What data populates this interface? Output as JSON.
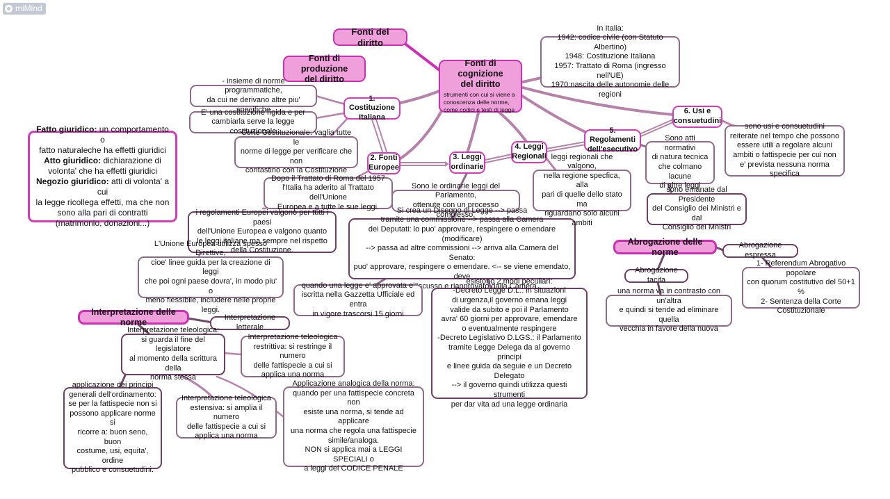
{
  "app": {
    "logo_text": "miMind"
  },
  "nodes": {
    "fonti_diritto": "Fonti del diritto",
    "fonti_produzione": "Fonti di produzione\ndel diritto",
    "fonti_cognizione_title": "Fonti di cognizione\ndel diritto",
    "fonti_cognizione_sub": "strumenti con cui si viene a\nconoscenza delle norme,\ncome codici e testi di legge",
    "in_italia": "In Italia:\n1942: codice civile (con Statuto Albertino)\n1948: Costituzione Italiana\n1957: Trattato di Roma (ingresso nell'UE)\n1970:nascita delle autonomie delle regioni",
    "costituzione": "1. Costituzione\nItaliana",
    "insieme_norme": "- insieme di norme programmatiche,\nda cui ne derivano altre piu' specifiche",
    "costituzione_rigida": "E' una costituzione rigida e per\ncambiarla serve la legge costituzionale",
    "corte_costituzionale": "Corte Costituzionale: vaglia tutte le\nnorme di legge per verificare che non\ncontastino con la Costituzione",
    "fonti_europee": "2. Fonti\nEuropee",
    "trattato_roma": "Dopo il Trattato di Roma del 1957\nl'Italia ha aderito al Trattato dell'Unione\nEuropea e a tutte le sue leggi.",
    "regolamenti_europei": "i regolamenti Europei valgono per tutti i paesi\ndell'Unione Europea e valgono quanto\nle leggi italiane ma sempre nel rispetto\ndella Costituzione.",
    "direttive": "L'Unione Europea utilizza spesso Direttive,\ncioe' linee guida per la creazione di leggi\nche poi ogni paese dovra', in modo piu' o\nmeno flessibile, includere nelle proprie leggi.",
    "leggi_ordinarie": "3. Leggi\nordinarie",
    "ordinarie_desc": "Sono le ordinarie leggi del Parlamento,\nottenute con un processo complesso.",
    "disegno_legge": "Si crea un Disegno di Legge --> passa\ntramite una commissione --> passa alla  Camera\ndei Deputati: lo puo' approvare, respingere o emendare (modificare)\n--> passa ad altre commissioni --> arriva alla Camera del Senato:\npuo' approvare, respingere o emendare. <-- se viene emendato, deve\nessere discusso e riapprovato dalla Camera",
    "gazzetta": "quando una legge e' approvata e'\niscritta nella Gazzetta Ufficiale ed entra\nin vigore trascorsi 15 giorni",
    "modi_peculiari": "esistono 2 modi peculiari:\n-Decreto Legge D.L.: in situazioni\ndi urgenza,il governo emana leggi\nvalide da subito e poi il Parlamento\navra' 60 giorni per approvare, emendare\no eventualmente respingere\n-Decreto Legislativo D.LGS.: il Parlamento\ntramite Legge Delega da al governo principi\ne linee guida da seguie e un Decreto Delegato\n--> il governo quindi utilizza questi strumenti\nper dar vita ad una legge ordinaria",
    "leggi_regionali": "4. Leggi\nRegionali",
    "regionali_desc": "leggi regionali che valgono,\nnella regione specfica, alla\npari di quelle dello stato ma\nriguardano solo alcuni ambiti",
    "regolamenti_esecutivo": "5. Regolamenti\ndell'esecutivo",
    "atti_normativi": "Sono atti normativi\ndi natura tecnica\nche colmano lacune\ndi altre leggi",
    "emanate_presidente": "sono emanate dal Presidente\ndel Consiglio dei Ministri e dal\nConsiglio dei Mnistri",
    "usi_consuetudini": "6. Usi e\nconsuetudini",
    "usi_desc": "sono usi e consuetudini\nreiterate nel tempo che possono\nessere utili a regolare alcuni\nambiti o fattispecie per cui non\ne' prevista nessuna norma specifica",
    "abrogazione": "Abrogazione delle norme",
    "abrogazione_espressa": "Abrogazione espressa",
    "espressa_desc": "1- Referendum Abrogativo popolare\ncon quorum costitutivo del 50+1 %\n2- Sentenza della Corte\nCostituzionale",
    "abrogazione_tacita": "Abrogazione tacita",
    "tacita_desc": "una norma va in contrasto con un'altra\ne quindi si tende ad eliminare quella\nvecchia in favore della nuova",
    "interpretazione": "Interpretazione delle norme",
    "interp_letterale": "Interpretazione letterale",
    "interp_teleologica": "Interpretazione teleologica:\nsi guarda il fine del legislatore\nal momento della scrittura della\nnorma stessa",
    "interp_restrittiva": "Interpretazione teleologica\nrestrittiva: si restringe il numero\ndelle fattispecie a cui si\napplica una norma",
    "interp_estensiva": "Interpretazione teleologica\nestensiva: si amplia il numero\ndelle fattispecie a cui si\napplica una norma",
    "principi_generali": "applicazione dei principi\ngenerali dell'ordinamento:\nse per la fattispecie non si\npossono applicare norme si\nricorre a: buon seno, buon\ncostume, usi, equita', ordine\npubblico e consuetudini.",
    "analogica": "Applicazione analogica della norma:\nquando per una fattispecie concreta non\nesiste una norma, si tende ad applicare\nuna norma che regola una fattispecie\nsimile/analoga.\nNON si applica mai a LEGGI SPECIALI o\na leggi del CODICE PENALE"
  },
  "fatto_giuridico": {
    "fatto_label": "Fatto giuridico:",
    "fatto_line1": " un comportamento o",
    "fatto_line2": "fatto naturaleche ha effetti giuridici",
    "atto_label": "Atto giuridico:",
    "atto_line1": " dichiarazione di",
    "atto_line2": "volonta' che ha effetti giuridici",
    "negozio_label": "Negozio giuridico:",
    "negozio_line1": " atti di volonta' a cui",
    "negozio_line2": "la legge ricollega effetti, ma che non",
    "negozio_line3": "sono alla pari di contratti",
    "negozio_line4": "(matrimonio, donazioni...)"
  },
  "colors": {
    "accent_fill": "#ef9fd9",
    "accent_border": "#cc2fb5",
    "link": "#b682aa",
    "link_dark": "#6d4a66"
  }
}
